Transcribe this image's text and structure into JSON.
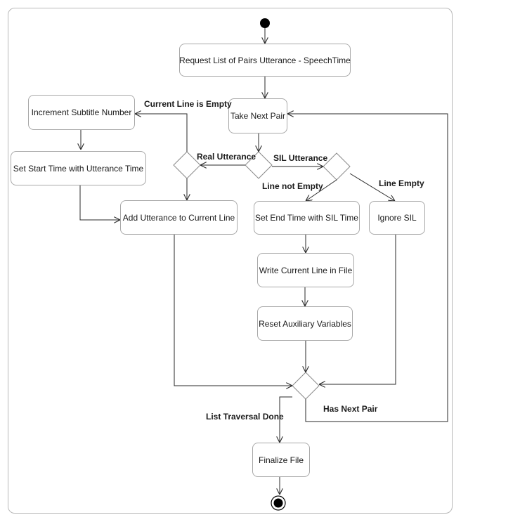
{
  "nodes": {
    "request_list": "Request List of Pairs Utterance - SpeechTime",
    "take_next_pair": "Take Next Pair",
    "increment_subtitle": "Increment Subtitle Number",
    "set_start_time": "Set Start Time with Utterance Time",
    "add_utterance": "Add Utterance to Current Line",
    "set_end_time": "Set End Time with SIL Time",
    "ignore_sil": "Ignore SIL",
    "write_line": "Write Current Line in File",
    "reset_variables": "Reset Auxiliary Variables",
    "finalize_file": "Finalize File"
  },
  "edge_labels": {
    "current_line_empty": "Current Line is Empty",
    "real_utterance": "Real Utterance",
    "sil_utterance": "SIL Utterance",
    "line_not_empty": "Line not Empty",
    "line_empty": "Line Empty",
    "list_traversal_done": "List Traversal Done",
    "has_next_pair": "Has Next Pair"
  }
}
